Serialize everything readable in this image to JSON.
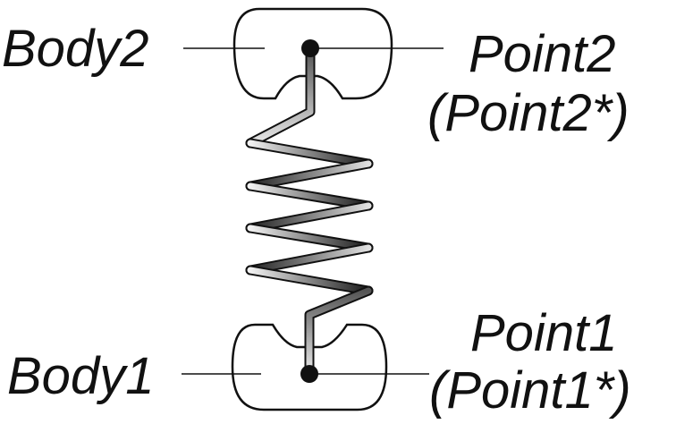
{
  "labels": {
    "body2": "Body2",
    "point2": "Point2",
    "point2_alt": "(Point2*)",
    "body1": "Body1",
    "point1": "Point1",
    "point1_alt": "(Point1*)"
  },
  "colors": {
    "ink": "#111111",
    "spring_light": "#f2f2f2",
    "spring_dark": "#1a1a1a"
  }
}
